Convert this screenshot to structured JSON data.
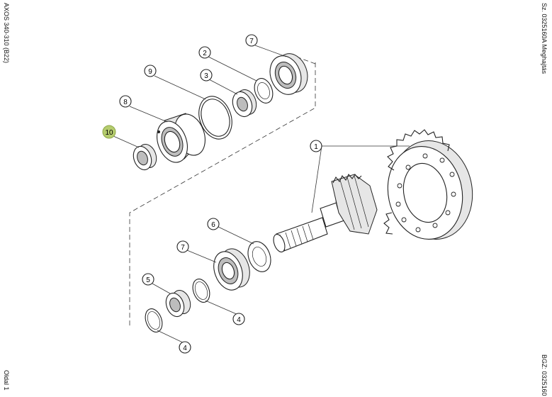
{
  "side_text": {
    "left_top": "AXOS 340-310 (B22)",
    "left_bottom": "Oldal 1",
    "right_top": "Sz. 0325160A Meghajtás",
    "right_bottom": "BGZ: 0325160"
  },
  "highlight_color": "#b5cc6e",
  "callouts": [
    {
      "id": "1",
      "label": "1",
      "highlighted": false
    },
    {
      "id": "2",
      "label": "2",
      "highlighted": false
    },
    {
      "id": "3",
      "label": "3",
      "highlighted": false
    },
    {
      "id": "4a",
      "label": "4",
      "highlighted": false
    },
    {
      "id": "4b",
      "label": "4",
      "highlighted": false
    },
    {
      "id": "5",
      "label": "5",
      "highlighted": false
    },
    {
      "id": "6",
      "label": "6",
      "highlighted": false
    },
    {
      "id": "7a",
      "label": "7",
      "highlighted": false
    },
    {
      "id": "7b",
      "label": "7",
      "highlighted": false
    },
    {
      "id": "8",
      "label": "8",
      "highlighted": false
    },
    {
      "id": "9",
      "label": "9",
      "highlighted": false
    },
    {
      "id": "10",
      "label": "10",
      "highlighted": true
    }
  ]
}
